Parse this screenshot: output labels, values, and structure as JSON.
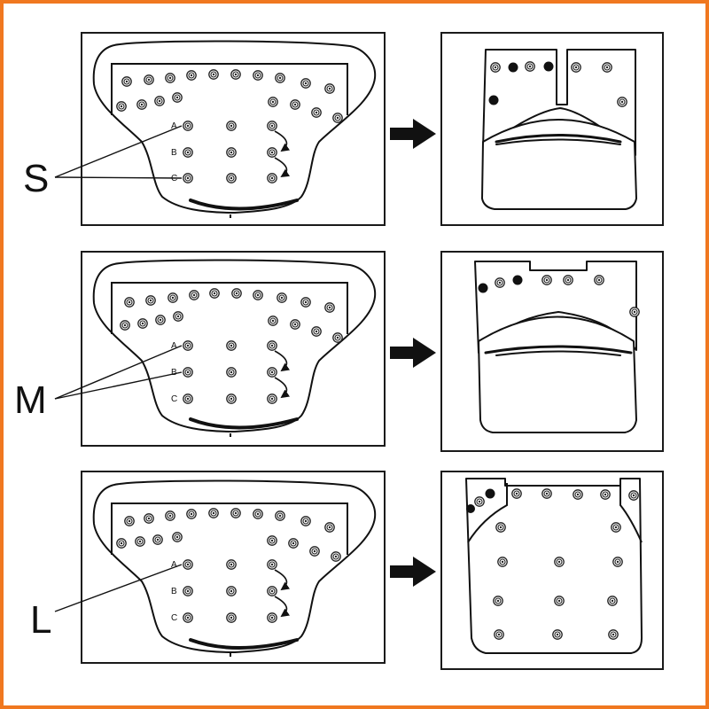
{
  "colors": {
    "border": "#f07820",
    "ink": "#111111",
    "background": "#ffffff"
  },
  "rows": [
    {
      "size_label": "S",
      "snap_letters": [
        "A",
        "B",
        "C"
      ]
    },
    {
      "size_label": "M",
      "snap_letters": [
        "A",
        "B",
        "C"
      ]
    },
    {
      "size_label": "L",
      "snap_letters": [
        "A",
        "B",
        "C"
      ]
    }
  ],
  "icons": {
    "arrow": "right-arrow-icon",
    "snap": "snap-button-icon"
  }
}
